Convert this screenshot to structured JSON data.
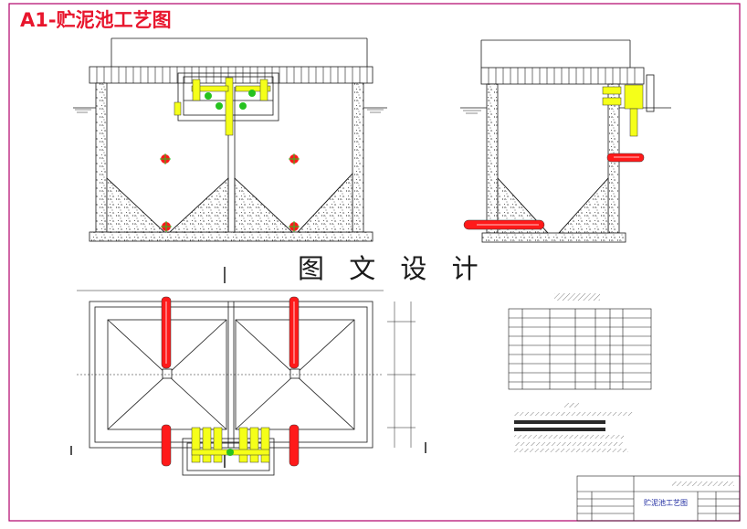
{
  "drawing": {
    "title": "A1-贮泥池工艺图",
    "watermark": "图 文 设 计",
    "sheet_name": "贮泥池工艺图"
  },
  "colors": {
    "frame": "#b0006a",
    "line": "#1a1a1a",
    "pipe_yellow": "#f5ff19",
    "pipe_red": "#ff1a1a",
    "valve_green": "#26c21f",
    "title_red": "#e8162d",
    "label_blue": "#1e2aa0"
  }
}
